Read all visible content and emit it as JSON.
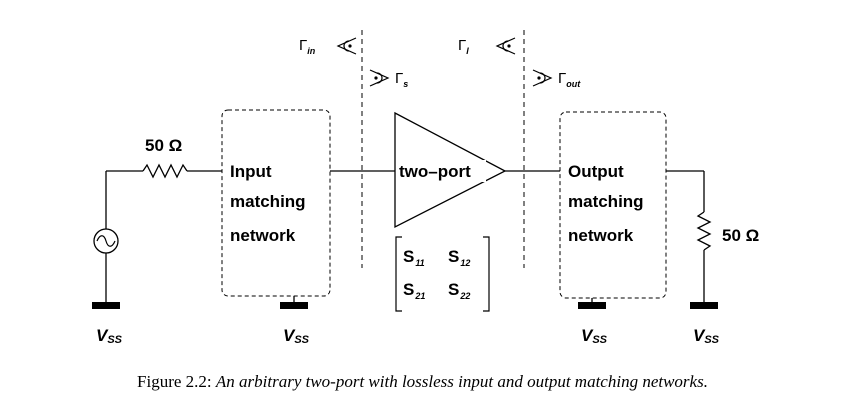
{
  "labels": {
    "source_resistor": "50 Ω",
    "load_resistor": "50 Ω",
    "input_network": [
      "Input",
      "matching",
      "network"
    ],
    "output_network": [
      "Output",
      "matching",
      "network"
    ],
    "amplifier": "two–port",
    "vss": {
      "main": "V",
      "sub": "SS"
    },
    "gamma_in": {
      "symbol": "Γ",
      "sub": "in"
    },
    "gamma_s": {
      "symbol": "Γ",
      "sub": "s"
    },
    "gamma_l": {
      "symbol": "Γ",
      "sub": "l"
    },
    "gamma_out": {
      "symbol": "Γ",
      "sub": "out"
    },
    "s_matrix": {
      "s11": {
        "main": "S",
        "sub": "11"
      },
      "s12": {
        "main": "S",
        "sub": "12"
      },
      "s21": {
        "main": "S",
        "sub": "21"
      },
      "s22": {
        "main": "S",
        "sub": "22"
      }
    }
  },
  "caption": {
    "prefix": "Figure 2.2:",
    "text": "An arbitrary two-port with lossless input and output matching networks."
  }
}
